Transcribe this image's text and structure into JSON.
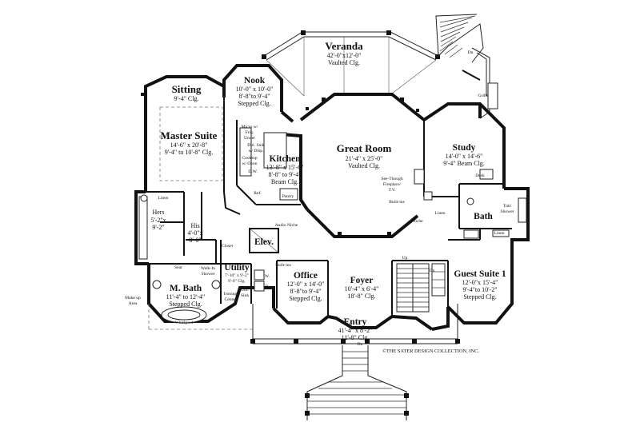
{
  "rooms": {
    "veranda": {
      "name": "Veranda",
      "dim": "42'-0\"x12'-0\"",
      "clg": "Vaulted Clg."
    },
    "sitting": {
      "name": "Sitting",
      "clg": "9'-4\" Clg."
    },
    "nook": {
      "name": "Nook",
      "dim": "10'-0\" x 10'-0\"",
      "clg": "8'-8\"to 9'-4\"",
      "clg2": "Stepped Clg."
    },
    "master_suite": {
      "name": "Master Suite",
      "dim": "14'-6\" x 20'-8\"",
      "clg": "9'-4\" to 10'-8\" Clg."
    },
    "kitchen": {
      "name": "Kitchen",
      "dim": "13'-8\" x 15'-6\"",
      "clg": "8'-8\" to 9'-4\"",
      "clg2": "Beam Clg."
    },
    "great_room": {
      "name": "Great Room",
      "dim": "21'-4\" x 25'-0\"",
      "clg": "Vaulted Clg."
    },
    "study": {
      "name": "Study",
      "dim": "14'-0\" x 14'-6\"",
      "clg": "9'-4\" Beam Clg."
    },
    "hers": {
      "name": "Hers",
      "dim": "5'-2\"x",
      "dim2": "9'-2\""
    },
    "his": {
      "name": "His",
      "dim": "4'-0\"x",
      "dim2": "8'-0\""
    },
    "elev": {
      "name": "Elev."
    },
    "bath": {
      "name": "Bath"
    },
    "utility": {
      "name": "Utility",
      "dim": "7'-10\" x 9'-2\"",
      "clg": "9'-0\" Clg."
    },
    "office": {
      "name": "Office",
      "dim": "12'-0\" x 14'-0\"",
      "clg": "8'-8\"to 9'-4\"",
      "clg2": "Stepped Clg."
    },
    "foyer": {
      "name": "Foyer",
      "dim": "10'-4\" x 6'-4\"",
      "clg": "18'-8\" Clg."
    },
    "guest_suite": {
      "name": "Guest Suite 1",
      "dim": "12'-0\"x 15'-4\"",
      "clg": "9'-4\"to 10'-2\"",
      "clg2": "Stepped Clg."
    },
    "m_bath": {
      "name": "M. Bath",
      "dim": "11'-4\" to 12'-4\"",
      "clg": "Stepped Clg."
    },
    "entry": {
      "name": "Entry",
      "dim": "41'-4\" x 8'-2\"",
      "clg": "11'-8\" Clg."
    }
  },
  "labels": {
    "grille": "Grille",
    "micro": "Micro w/",
    "frig": "Frig.",
    "under": "Under",
    "dbl_sink": "Dbl. Sink",
    "w_disp": "w/ Disp.",
    "cooktop": "Cooktop",
    "w_oven": "w/ Oven",
    "dw": "D.W.",
    "ref": "Ref.",
    "pantry": "Pantry",
    "see_through": "See-Though",
    "fireplace": "Fireplace/",
    "tv": "T.V.",
    "built_ins": "Built-ins",
    "built_ins2": "Built-ins",
    "niche": "Niche",
    "linen_study": "Linen",
    "desk": "Desk",
    "tub_shower": "Tub/",
    "tub_shower2": "Shower",
    "linen_bath": "Linen",
    "linen_hers": "Linen",
    "audio_niche": "Audio Niche",
    "closet": "Closet",
    "seat": "Seat",
    "walk_in": "Walk-In",
    "shower": "Shower",
    "whirlpool": "Whirlpool",
    "make_up": "Make up",
    "area": "Area",
    "ironing": "Ironing",
    "center": "Center",
    "util": "Util.",
    "sink": "Sink",
    "w_l": "W.",
    "d_l": "D.",
    "up": "Up",
    "dn_stair": "Dn",
    "dn_entry": "Dn",
    "dn_veranda": "Dn",
    "copyright": "©THE SATER DESIGN COLLECTION, INC."
  }
}
